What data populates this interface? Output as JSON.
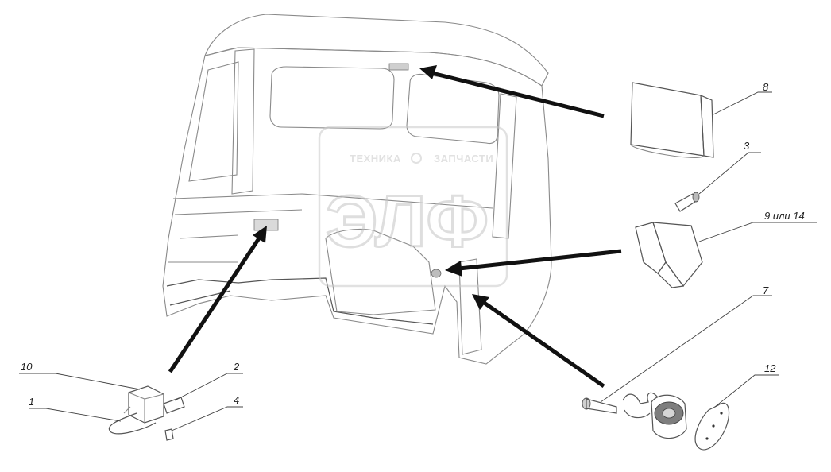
{
  "callouts": {
    "c8": "8",
    "c3": "3",
    "c9_14": "9 или 14",
    "c7": "7",
    "c12": "12",
    "c10": "10",
    "c2": "2",
    "c1": "1",
    "c4": "4"
  },
  "watermark": {
    "left_word": "ТЕХНИКА",
    "right_word": "ЗАПЧАСТИ",
    "logo_letters": "ЭЛФ"
  },
  "colors": {
    "cab_fill": "#f3f3f3",
    "cab_edge": "#8a8a8a",
    "part_fill": "#e2e2e2",
    "arrow": "#111111",
    "watermark": "#cfcfcf"
  }
}
